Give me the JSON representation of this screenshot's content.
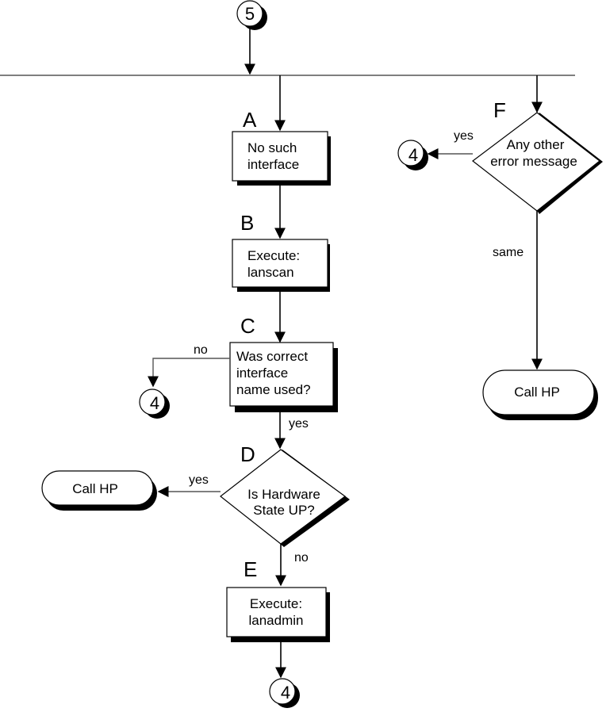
{
  "diagram": {
    "type": "flowchart",
    "top_connector": "5",
    "steps": {
      "A": {
        "label": "A",
        "lines": [
          "No such",
          "interface"
        ]
      },
      "B": {
        "label": "B",
        "lines": [
          "Execute:",
          "lanscan"
        ]
      },
      "C": {
        "label": "C",
        "lines": [
          "Was correct",
          "interface",
          "name used?"
        ]
      },
      "D": {
        "label": "D",
        "lines": [
          "Is Hardware",
          "State UP?"
        ]
      },
      "E": {
        "label": "E",
        "lines": [
          "Execute:",
          "lanadmin"
        ]
      },
      "F": {
        "label": "F",
        "lines": [
          "Any other",
          "error message"
        ]
      }
    },
    "terminals": {
      "call_hp_left": "Call HP",
      "call_hp_right": "Call HP"
    },
    "connectors": {
      "c_no": "4",
      "d_bottom": "4",
      "f_yes": "4"
    },
    "edge_labels": {
      "c_no": "no",
      "c_yes": "yes",
      "d_yes": "yes",
      "d_no": "no",
      "f_yes": "yes",
      "f_same": "same"
    }
  }
}
